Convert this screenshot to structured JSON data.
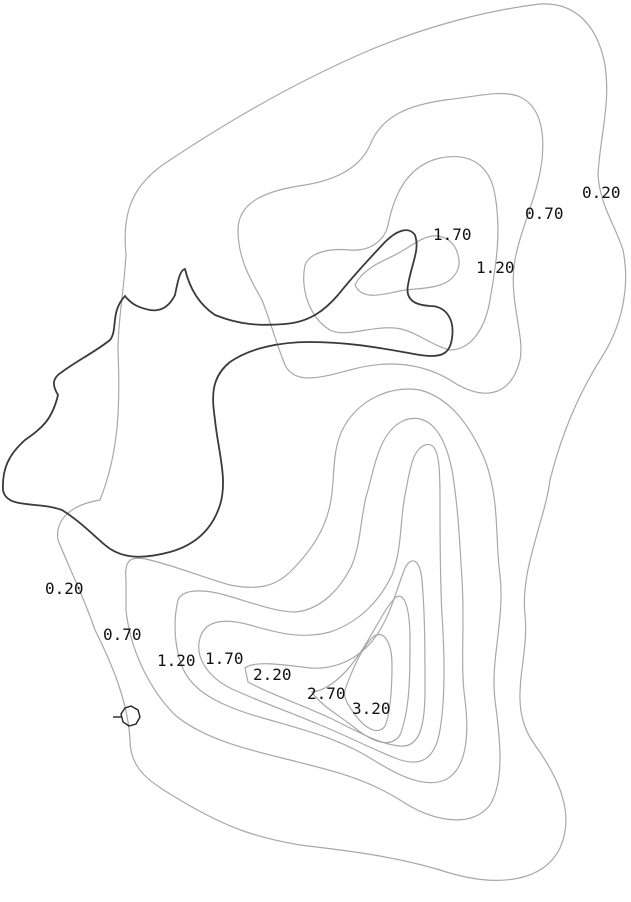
{
  "map": {
    "contour_labels": {
      "top_020": "0.20",
      "top_070": "0.70",
      "top_170": "1.70",
      "top_120": "1.20",
      "bottom_020": "0.20",
      "bottom_070": "0.70",
      "bottom_120": "1.20",
      "bottom_170": "1.70",
      "bottom_220": "2.20",
      "bottom_270": "2.70",
      "bottom_320": "3.20"
    },
    "colors": {
      "contour": "#a8a8a8",
      "boundary": "#3a3a3a",
      "label": "#111111"
    },
    "marker_icon": "station-marker-icon"
  }
}
